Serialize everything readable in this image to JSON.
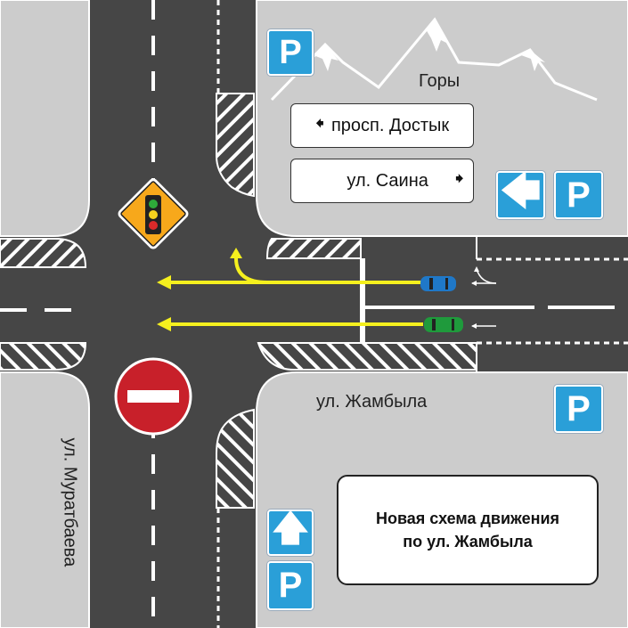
{
  "labels": {
    "mountains": "Горы",
    "street_bottom": "ул. Жамбыла",
    "street_left": "ул. Муратбаева"
  },
  "direction_signs": [
    {
      "text": "просп. Достык",
      "arrow": "left"
    },
    {
      "text": "ул. Саина",
      "arrow": "right"
    }
  ],
  "parking_sign_text": "P",
  "info_box": {
    "line1": "Новая схема движения",
    "line2": "по ул. Жамбыла"
  },
  "colors": {
    "road": "#464646",
    "ground": "#cccccc",
    "sign_blue": "#2a9fd8",
    "route_arrow": "#f5f01e",
    "car_blue": "#1f78c8",
    "car_green": "#1f9a3c",
    "no_entry_red": "#c8202a",
    "warning_orange": "#f7a81b"
  }
}
